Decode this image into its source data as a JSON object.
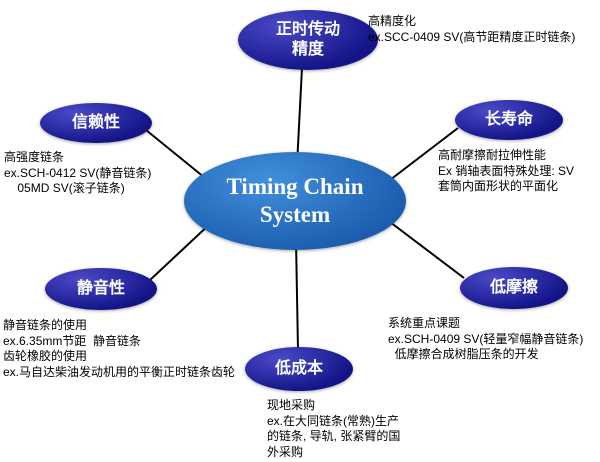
{
  "title": "Timing Chain System",
  "center": {
    "label": "Timing Chain\nSystem"
  },
  "nodes": {
    "precision": {
      "label": "正时传动\n精度"
    },
    "reliability": {
      "label": "信赖性"
    },
    "longlife": {
      "label": "长寿命"
    },
    "quietness": {
      "label": "静音性"
    },
    "lowfriction": {
      "label": "低摩擦"
    },
    "lowcost": {
      "label": "低成本"
    }
  },
  "annotations": {
    "precision": "高精度化\nex.SCC-0409 SV(高节距精度正时链条)",
    "reliability": "高强度链条\nex.SCH-0412 SV(静音链条)\n    05MD SV(滚子链条)",
    "longlife": "高耐摩擦耐拉伸性能\nEx 销轴表面特殊处理: SV\n套筒内面形状的平面化",
    "quietness": "静音链条的使用\nex.6.35mm节距  静音链条\n齿轮橡胶的使用\nex.马自达柴油发动机用的平衡正时链条齿轮",
    "lowfriction": "系统重点课题\nex.SCH-0409 SV(轻量窄幅静音链条)\n  低摩擦合成树脂压条的开发",
    "lowcost": "现地采购\nex.在大同链条(常熟)生产\n的链条, 导轨, 张紧臂的国\n外采购"
  },
  "colors": {
    "node_fill_dark": "#141488",
    "node_fill_light": "#4a4ac8",
    "center_fill_dark": "#1b5cae",
    "center_fill_light": "#4190dc",
    "connector": "#000000",
    "node_text": "#ffffff",
    "annotation_text": "#000000"
  }
}
